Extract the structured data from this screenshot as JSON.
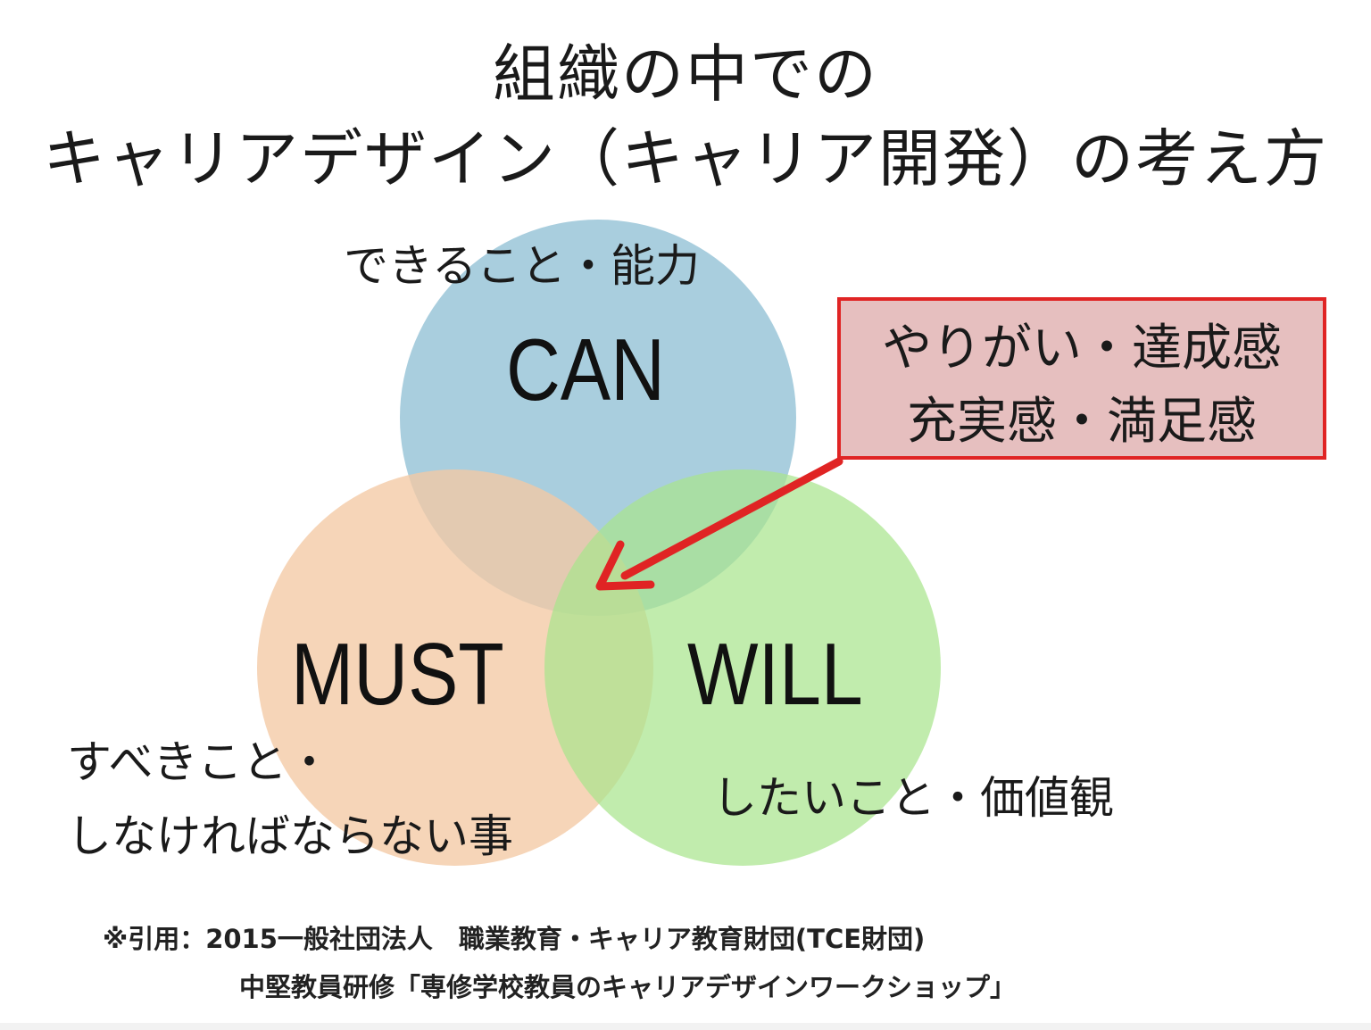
{
  "title": {
    "line1": "組織の中での",
    "line2": "キャリアデザイン（キャリア開発）の考え方"
  },
  "circles": {
    "can": {
      "label": "CAN",
      "description": "できること・能力",
      "color": "#a9cede"
    },
    "must": {
      "label": "MUST",
      "description_line1": "すべきこと・",
      "description_line2": "しなければならない事",
      "color": "#f3c9a4"
    },
    "will": {
      "label": "WILL",
      "description": "したいこと・価値観",
      "color": "#bdeba8"
    }
  },
  "callout": {
    "line1": "やりがい・達成感",
    "line2": "充実感・満足感",
    "background": "#e6bfbf",
    "border": "#e02424"
  },
  "citation": {
    "line1": "※引用：2015一般社団法人　職業教育・キャリア教育財団(TCE財団)",
    "line2": "中堅教員研修「専修学校教員のキャリアデザインワークショップ」"
  }
}
